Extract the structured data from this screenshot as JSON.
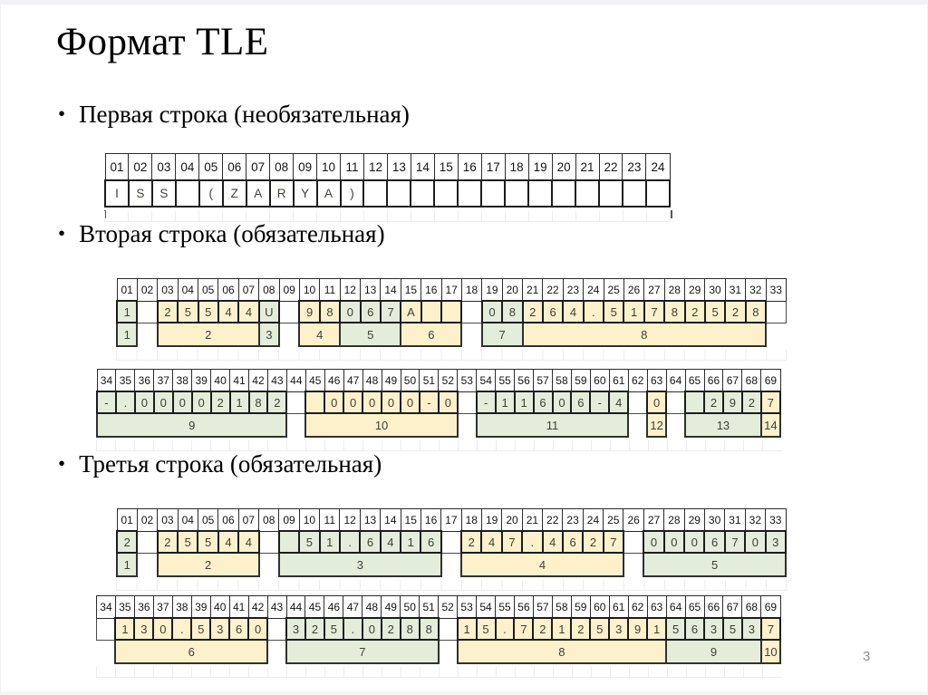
{
  "page": {
    "title": "Формат TLE",
    "page_number": "3"
  },
  "bullets": [
    {
      "marker": "•",
      "text": "Первая строка (необязательная)"
    },
    {
      "marker": "•",
      "text": "Вторая строка (обязательная)"
    },
    {
      "marker": "•",
      "text": "Третья строка (обязательная)"
    }
  ],
  "colors": {
    "green": "#e3edda",
    "yellow": "#fdf1cb",
    "white": "#ffffff"
  },
  "tables": {
    "line1": {
      "columns": [
        "01",
        "02",
        "03",
        "04",
        "05",
        "06",
        "07",
        "08",
        "09",
        "10",
        "11",
        "12",
        "13",
        "14",
        "15",
        "16",
        "17",
        "18",
        "19",
        "20",
        "21",
        "22",
        "23",
        "24"
      ],
      "values": [
        "I",
        "S",
        "S",
        "",
        "(",
        "Z",
        "A",
        "R",
        "Y",
        "A",
        ")",
        "",
        "",
        "",
        "",
        "",
        "",
        "",
        "",
        "",
        "",
        "",
        "",
        ""
      ],
      "fills": "WWWWWWWWWWWWWWWWWWWWWWWW",
      "groups": null
    },
    "line2a": {
      "columns": [
        "01",
        "02",
        "03",
        "04",
        "05",
        "06",
        "07",
        "08",
        "09",
        "10",
        "11",
        "12",
        "13",
        "14",
        "15",
        "16",
        "17",
        "18",
        "19",
        "20",
        "21",
        "22",
        "23",
        "24",
        "25",
        "26",
        "27",
        "28",
        "29",
        "30",
        "31",
        "32",
        "33"
      ],
      "values": [
        "1",
        "",
        "2",
        "5",
        "5",
        "4",
        "4",
        "U",
        "",
        "9",
        "8",
        "0",
        "6",
        "7",
        "A",
        "",
        "",
        "",
        "0",
        "8",
        "2",
        "6",
        "4",
        ".",
        "5",
        "1",
        "7",
        "8",
        "2",
        "5",
        "2",
        "8",
        ""
      ],
      "fills": "gwyyyyygwyygggyyywggyyyyyyyyyyyyw",
      "groups": [
        {
          "label": "1",
          "start": 1,
          "span": 1,
          "fill": "g"
        },
        {
          "label": "2",
          "start": 3,
          "span": 5,
          "fill": "y"
        },
        {
          "label": "3",
          "start": 8,
          "span": 1,
          "fill": "g"
        },
        {
          "label": "4",
          "start": 10,
          "span": 2,
          "fill": "y"
        },
        {
          "label": "5",
          "start": 12,
          "span": 3,
          "fill": "g"
        },
        {
          "label": "6",
          "start": 15,
          "span": 3,
          "fill": "y"
        },
        {
          "label": "7",
          "start": 19,
          "span": 2,
          "fill": "g"
        },
        {
          "label": "8",
          "start": 21,
          "span": 12,
          "fill": "y"
        }
      ]
    },
    "line2b": {
      "columns": [
        "34",
        "35",
        "36",
        "37",
        "38",
        "39",
        "40",
        "41",
        "42",
        "43",
        "44",
        "45",
        "46",
        "47",
        "48",
        "49",
        "50",
        "51",
        "52",
        "53",
        "54",
        "55",
        "56",
        "57",
        "58",
        "59",
        "60",
        "61",
        "62",
        "63",
        "64",
        "65",
        "66",
        "67",
        "68",
        "69"
      ],
      "values": [
        "-",
        ".",
        "0",
        "0",
        "0",
        "0",
        "2",
        "1",
        "8",
        "2",
        "",
        "",
        "0",
        "0",
        "0",
        "0",
        "0",
        "-",
        "0",
        "",
        "-",
        "1",
        "1",
        "6",
        "0",
        "6",
        "-",
        "4",
        "",
        "0",
        "",
        "",
        "2",
        "9",
        "2",
        "7"
      ],
      "fills": "ggggggggggwyyyyyyyywggggggggwywggggy",
      "groups": [
        {
          "label": "9",
          "start": 1,
          "span": 10,
          "fill": "g"
        },
        {
          "label": "10",
          "start": 12,
          "span": 8,
          "fill": "y"
        },
        {
          "label": "11",
          "start": 21,
          "span": 8,
          "fill": "g"
        },
        {
          "label": "12",
          "start": 30,
          "span": 1,
          "fill": "y"
        },
        {
          "label": "13",
          "start": 32,
          "span": 4,
          "fill": "g"
        },
        {
          "label": "14",
          "start": 36,
          "span": 1,
          "fill": "y"
        }
      ]
    },
    "line3a": {
      "columns": [
        "01",
        "02",
        "03",
        "04",
        "05",
        "06",
        "07",
        "08",
        "09",
        "10",
        "11",
        "12",
        "13",
        "14",
        "15",
        "16",
        "17",
        "18",
        "19",
        "20",
        "21",
        "22",
        "23",
        "24",
        "25",
        "26",
        "27",
        "28",
        "29",
        "30",
        "31",
        "32",
        "33"
      ],
      "values": [
        "2",
        "",
        "2",
        "5",
        "5",
        "4",
        "4",
        "",
        "",
        "5",
        "1",
        ".",
        "6",
        "4",
        "1",
        "6",
        "",
        "2",
        "4",
        "7",
        ".",
        "4",
        "6",
        "2",
        "7",
        "",
        "0",
        "0",
        "0",
        "6",
        "7",
        "0",
        "3"
      ],
      "fills": "gwyyyyywggggggggwyyyyyyyywggggggg",
      "groups": [
        {
          "label": "1",
          "start": 1,
          "span": 1,
          "fill": "g"
        },
        {
          "label": "2",
          "start": 3,
          "span": 5,
          "fill": "y"
        },
        {
          "label": "3",
          "start": 9,
          "span": 8,
          "fill": "g"
        },
        {
          "label": "4",
          "start": 18,
          "span": 8,
          "fill": "y"
        },
        {
          "label": "5",
          "start": 27,
          "span": 7,
          "fill": "g"
        }
      ]
    },
    "line3b": {
      "columns": [
        "34",
        "35",
        "36",
        "37",
        "38",
        "39",
        "40",
        "41",
        "42",
        "43",
        "44",
        "45",
        "46",
        "47",
        "48",
        "49",
        "50",
        "51",
        "52",
        "53",
        "54",
        "55",
        "56",
        "57",
        "58",
        "59",
        "60",
        "61",
        "62",
        "63",
        "64",
        "65",
        "66",
        "67",
        "68",
        "69"
      ],
      "values": [
        "",
        "1",
        "3",
        "0",
        ".",
        "5",
        "3",
        "6",
        "0",
        "",
        "3",
        "2",
        "5",
        ".",
        "0",
        "2",
        "8",
        "8",
        "",
        "1",
        "5",
        ".",
        "7",
        "2",
        "1",
        "2",
        "5",
        "3",
        "9",
        "1",
        "5",
        "6",
        "3",
        "5",
        "3",
        "7"
      ],
      "fills": "wyyyyyyyywggggggggwyyyyyyyyyyygggggy",
      "groups": [
        {
          "label": "6",
          "start": 2,
          "span": 8,
          "fill": "y"
        },
        {
          "label": "7",
          "start": 11,
          "span": 8,
          "fill": "g"
        },
        {
          "label": "8",
          "start": 20,
          "span": 11,
          "fill": "y"
        },
        {
          "label": "9",
          "start": 31,
          "span": 5,
          "fill": "g"
        },
        {
          "label": "10",
          "start": 36,
          "span": 1,
          "fill": "y"
        }
      ]
    }
  }
}
